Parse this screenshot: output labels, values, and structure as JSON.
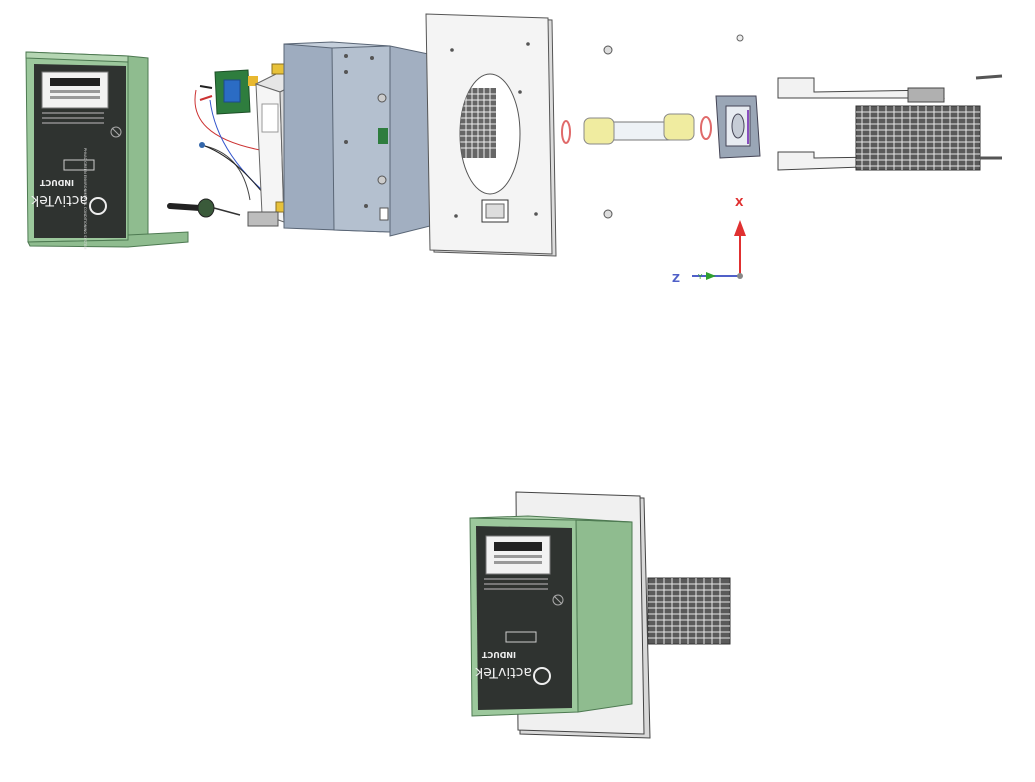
{
  "colors": {
    "housing_green": "#8fbc8f",
    "housing_edge": "#4e7a52",
    "label_dark": "#2f3330",
    "panel_blue": "#a9b5c6",
    "plate_white": "#f4f4f4",
    "mesh_dark": "#5a5a5a",
    "lamp_yellow": "#f0eca0",
    "oring_red": "#e06a6a",
    "axis_red": "#e03030",
    "axis_blue": "#5060c8",
    "axis_green": "#30a030"
  },
  "label": {
    "brand_line1": "activTek",
    "brand_line2": "INDUCT",
    "system_text": "PHVAC GREEN ENVIRONMENTAL CONDITIONING SYSTEM"
  },
  "axes": {
    "x_label": "X",
    "z_label": "Z",
    "y_label": "Y"
  }
}
